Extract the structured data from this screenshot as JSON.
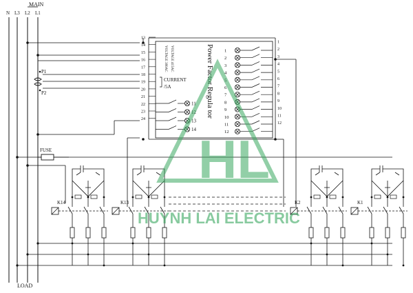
{
  "supply": {
    "header": "MAIN",
    "lines": [
      "N",
      "L3",
      "L2",
      "L1"
    ],
    "footer": "LOAD"
  },
  "current_transformer": {
    "p1": "P1",
    "p2": "P2"
  },
  "fuse_label": "FUSE",
  "controller": {
    "title": "Power Factor Regula tor",
    "left_terminals": [
      "13",
      "14",
      "15",
      "16",
      "17",
      "18",
      "19",
      "20",
      "21",
      "22",
      "23",
      "24"
    ],
    "right_terminals": [
      "1",
      "2",
      "3",
      "4",
      "5",
      "6",
      "7",
      "8",
      "9",
      "10",
      "11",
      "12"
    ],
    "current_label": "CURRENT",
    "current_sub": "/5A",
    "voltage_labels": [
      "VOLTAGE 380AC",
      "VOLTAGE 415AC"
    ],
    "relay_left": [
      "11",
      "12",
      "13",
      "14"
    ],
    "relay_right": [
      "1",
      "2",
      "3",
      "4",
      "5",
      "6",
      "7",
      "8",
      "9",
      "10",
      "11",
      "12"
    ]
  },
  "contactors": [
    "K14",
    "K13",
    "K2",
    "K1"
  ],
  "watermark": {
    "letters": "HL",
    "text": "HUYNH LAI ELECTRIC",
    "color": "#3aa860"
  }
}
